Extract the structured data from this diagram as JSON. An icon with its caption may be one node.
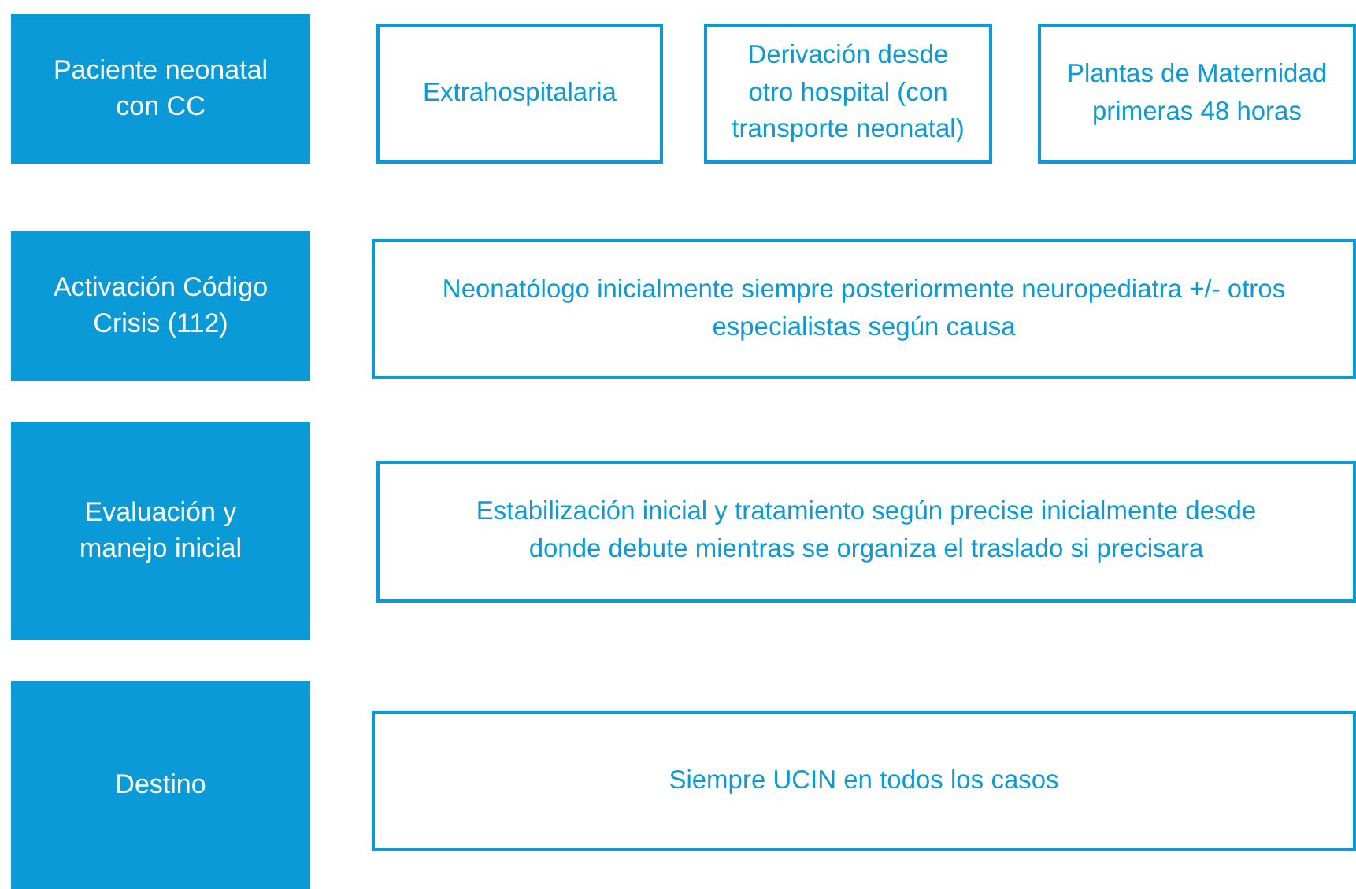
{
  "diagram": {
    "nodes": [
      {
        "text": [
          "Paciente neonatal con CC"
        ]
      },
      {
        "text": [
          "Extrahospitalaria"
        ]
      },
      {
        "text": [
          "Derivación desde otro hospital (con transporte neonatal)"
        ]
      },
      {
        "text": [
          "Plantas de Maternidad primeras 48 horas"
        ]
      },
      {
        "text": [
          "Activación Código Crisis (112)"
        ]
      },
      {
        "text": [
          "Neonatólogo inicialmente siempre posteriormente neuropediatra +/- otros especialistas según causa"
        ]
      },
      {
        "text": [
          "Evaluación y manejo inicial"
        ]
      },
      {
        "text": [
          "Estabilización inicial y tratamiento según precise inicialmente desde donde debute mientras se organiza el traslado si precisara"
        ]
      },
      {
        "text": [
          "Destino"
        ]
      },
      {
        "text": [
          "Siempre UCIN en todos los casos"
        ]
      }
    ],
    "edges": []
  }
}
